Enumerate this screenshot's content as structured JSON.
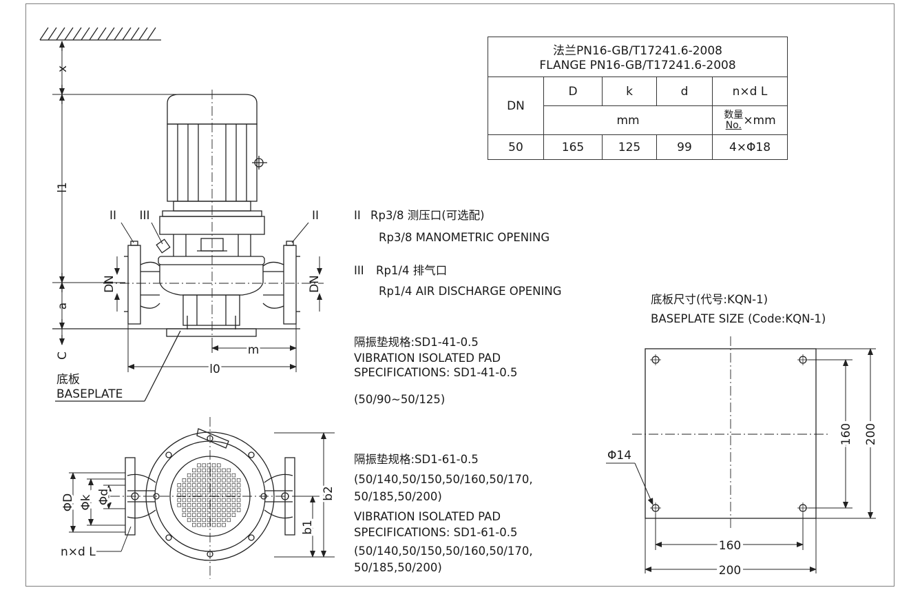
{
  "flange_table": {
    "title_cn": "法兰PN16-GB/T17241.6-2008",
    "title_en": "FLANGE PN16-GB/T17241.6-2008",
    "headers": {
      "dn": "DN",
      "D": "D",
      "k": "k",
      "d": "d",
      "nxdl": "n×d L"
    },
    "unit_mm": "mm",
    "qty_unit_top": "数量",
    "qty_unit_bottom": "No.",
    "qty_unit_suffix": "×mm",
    "row": {
      "dn": "50",
      "D": "165",
      "k": "125",
      "d": "99",
      "nxdl": "4×Φ18"
    }
  },
  "notes": {
    "ii_mark": "II",
    "ii_cn": "Rp3/8 测压口(可选配)",
    "ii_en": "Rp3/8 MANOMETRIC OPENING",
    "iii_mark": "III",
    "iii_cn": "Rp1/4 排气口",
    "iii_en": "Rp1/4 AIR DISCHARGE OPENING",
    "pad1_cn": "隔振垫规格:SD1-41-0.5",
    "pad1_en1": "VIBRATION ISOLATED PAD",
    "pad1_en2": "SPECIFICATIONS: SD1-41-0.5",
    "pad1_range": "(50/90~50/125)",
    "pad2_cn": "隔振垫规格:SD1-61-0.5",
    "pad2_range_cn1": "(50/140,50/150,50/160,50/170,",
    "pad2_range_cn2": "50/185,50/200)",
    "pad2_en1": "VIBRATION ISOLATED PAD",
    "pad2_en2": "SPECIFICATIONS: SD1-61-0.5",
    "pad2_range_en1": "(50/140,50/150,50/160,50/170,",
    "pad2_range_en2": "50/185,50/200)"
  },
  "baseplate": {
    "title_cn": "底板尺寸(代号:KQN-1)",
    "title_en": "BASEPLATE SIZE (Code:KQN-1)",
    "hole": "Φ14",
    "dim_hole_w": "160",
    "dim_w": "200",
    "dim_hole_h": "160",
    "dim_h": "200"
  },
  "elevation_labels": {
    "x": "x",
    "l1": "l1",
    "a": "a",
    "c": "C",
    "dn_left": "DN",
    "dn_right": "DN",
    "m": "m",
    "l0": "l0",
    "ii_left": "II",
    "iii": "III",
    "ii_right": "II",
    "base_cn": "底板",
    "base_en": "BASEPLATE"
  },
  "plan_labels": {
    "phiD": "ΦD",
    "phik": "Φk",
    "phid": "Φd",
    "nxdl": "n×d L",
    "b1": "b1",
    "b2": "b2"
  }
}
